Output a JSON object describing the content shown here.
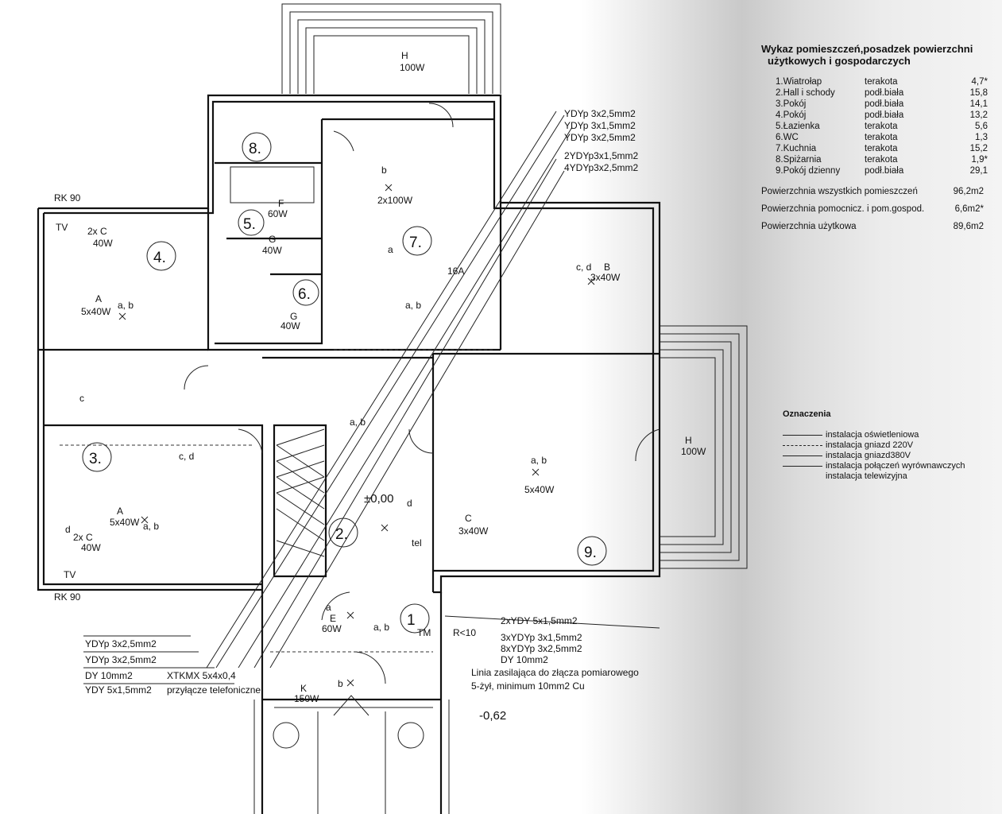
{
  "room_table": {
    "title_line1": "Wykaz pomieszczeń,posadzek powierzchni",
    "title_line2": "użytkowych i gospodarczych",
    "rooms": [
      {
        "name": "1.Wiatrołap",
        "floor": "terakota",
        "area": "4,7*"
      },
      {
        "name": "2.Hall i schody",
        "floor": "podł.biała",
        "area": "15,8"
      },
      {
        "name": "3.Pokój",
        "floor": "podł.biała",
        "area": "14,1"
      },
      {
        "name": "4.Pokój",
        "floor": "podł.biała",
        "area": "13,2"
      },
      {
        "name": "5.Łazienka",
        "floor": "terakota",
        "area": "5,6"
      },
      {
        "name": "6.WC",
        "floor": "terakota",
        "area": "1,3"
      },
      {
        "name": "7.Kuchnia",
        "floor": "terakota",
        "area": "15,2"
      },
      {
        "name": "8.Spiżarnia",
        "floor": "terakota",
        "area": "1,9*"
      },
      {
        "name": "9.Pokój dzienny",
        "floor": "podł.biała",
        "area": "29,1"
      }
    ],
    "totals": [
      {
        "label": "Powierzchnia wszystkich pomieszczeń",
        "value": "96,2m2"
      },
      {
        "label": "Powierzchnia pomocnicz. i pom.gospod.",
        "value": "6,6m2*"
      },
      {
        "label": "Powierzchnia użytkowa",
        "value": "89,6m2"
      }
    ]
  },
  "legend": {
    "title": "Oznaczenia",
    "items": [
      {
        "label": "instalacja oświetleniowa",
        "style": "solid"
      },
      {
        "label": "instalacja gniazd 220V",
        "style": "dashed"
      },
      {
        "label": "instalacja gniazd380V",
        "style": "solid"
      },
      {
        "label": "instalacja połączeń wyrównawczych",
        "style": "solid"
      },
      {
        "label": "instalacja telewizyjna",
        "style": "solid"
      }
    ]
  },
  "room_numbers": [
    "1",
    "2.",
    "3.",
    "4.",
    "5.",
    "6.",
    "7.",
    "8.",
    "9."
  ],
  "cables_top": [
    "YDYp 3x2,5mm2",
    "YDYp 3x1,5mm2",
    "YDYp 3x2,5mm2",
    "2YDYp3x1,5mm2",
    "4YDYp3x2,5mm2"
  ],
  "cables_bottom_left": [
    "YDYp 3x2,5mm2",
    "YDYp 3x2,5mm2",
    "DY 10mm2",
    "YDY 5x1,5mm2"
  ],
  "telephone": [
    "XTKMX 5x4x0,4",
    "przyłącze telefoniczne"
  ],
  "supply": {
    "r": "R<10",
    "lines": [
      "2xYDY 5x1,5mm2",
      "3xYDYp 3x1,5mm2",
      "8xYDYp 3x2,5mm2",
      "DY 10mm2"
    ],
    "note1": "Linia zasilająca do złącza pomiarowego",
    "note2": "5-żył, minimum 10mm2 Cu"
  },
  "levels": [
    "±0,00",
    "-0,62"
  ],
  "radiators": [
    "RK 90",
    "RK 90"
  ],
  "fixtures": [
    "H",
    "100W",
    "b",
    "2x100W",
    "F",
    "60W",
    "G",
    "40W",
    "G",
    "40W",
    "2x C",
    "40W",
    "A",
    "5x40W",
    "a, b",
    "a",
    "A",
    "5x40W",
    "a, b",
    "2x C",
    "40W",
    "c, d",
    "B",
    "3x40W",
    "c, d",
    "a, b",
    "5x40W",
    "C",
    "3x40W",
    "H",
    "100W",
    "E",
    "60W",
    "a, b",
    "K",
    "150W",
    "a",
    "b",
    "TV",
    "TV",
    "tel",
    "16A",
    "TM",
    "a, b",
    "a, b",
    "c",
    "d",
    "d"
  ]
}
